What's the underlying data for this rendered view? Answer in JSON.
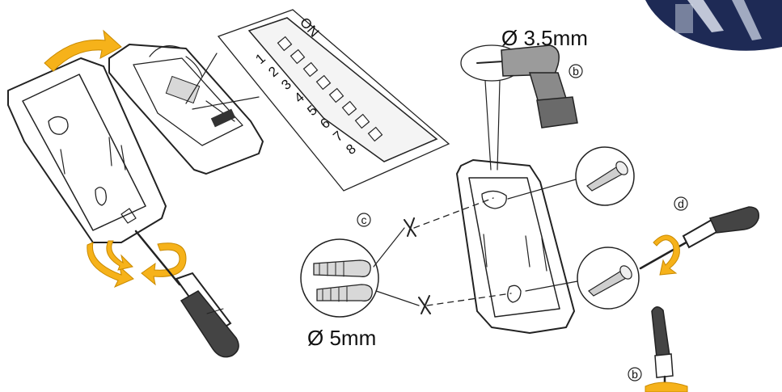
{
  "labels": {
    "drill_diameter": "Ø 3.5mm",
    "plug_diameter": "Ø 5mm",
    "step_b_top": "b",
    "step_b_bottom": "b",
    "step_c": "c",
    "step_d": "d"
  },
  "dip_switch": {
    "on_label": "ON",
    "positions": [
      "1",
      "2",
      "3",
      "4",
      "5",
      "6",
      "7",
      "8"
    ]
  },
  "colors": {
    "arrow": "#f6b21a",
    "drill_body": "#9b9b9b",
    "drill_battery": "#6a6a6a",
    "corner_badge": "#1e2a55",
    "line": "#222222"
  }
}
